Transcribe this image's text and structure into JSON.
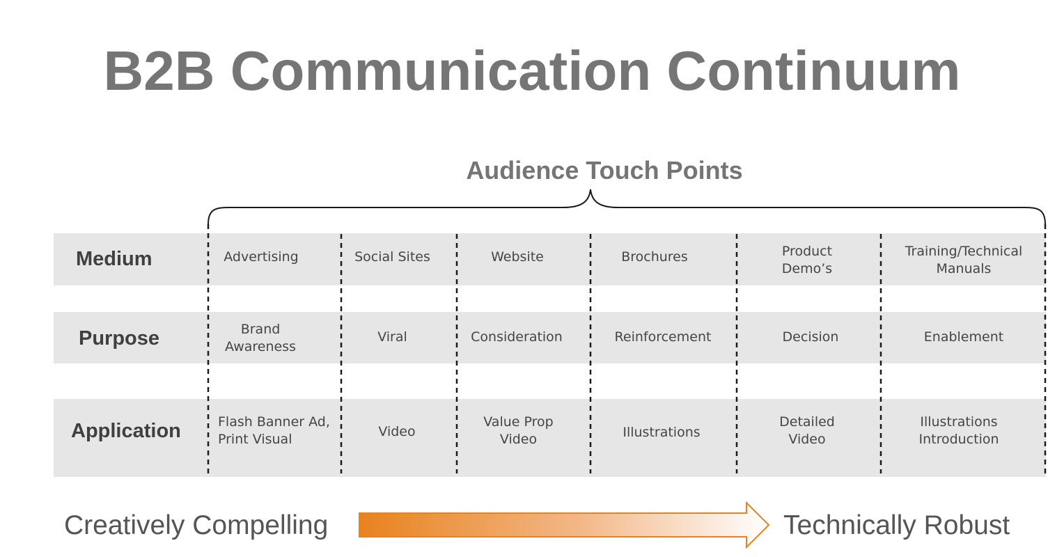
{
  "title": "B2B Communication Continuum",
  "subtitle": "Audience Touch Points",
  "rows": [
    {
      "label": "Medium",
      "cells": [
        [
          "Advertising"
        ],
        [
          "Social Sites"
        ],
        [
          "Website"
        ],
        [
          "Brochures"
        ],
        [
          "Product",
          "Demo’s"
        ],
        [
          "Training/Technical",
          "Manuals"
        ]
      ]
    },
    {
      "label": "Purpose",
      "cells": [
        [
          "Brand",
          "Awareness"
        ],
        [
          "Viral"
        ],
        [
          "Consideration"
        ],
        [
          "Reinforcement"
        ],
        [
          "Decision"
        ],
        [
          "Enablement"
        ]
      ]
    },
    {
      "label": "Application",
      "cells": [
        [
          "Flash Banner Ad,",
          "Print Visual"
        ],
        [
          "Video"
        ],
        [
          "Value Prop",
          "Video"
        ],
        [
          "Illustrations"
        ],
        [
          "Detailed",
          "Video"
        ],
        [
          "Illustrations",
          "Introduction"
        ]
      ]
    }
  ],
  "scale": {
    "left": "Creatively Compelling",
    "right": "Technically Robust"
  },
  "colors": {
    "accent": "#e8821e",
    "band": "#e6e6e6",
    "title": "#757575"
  }
}
